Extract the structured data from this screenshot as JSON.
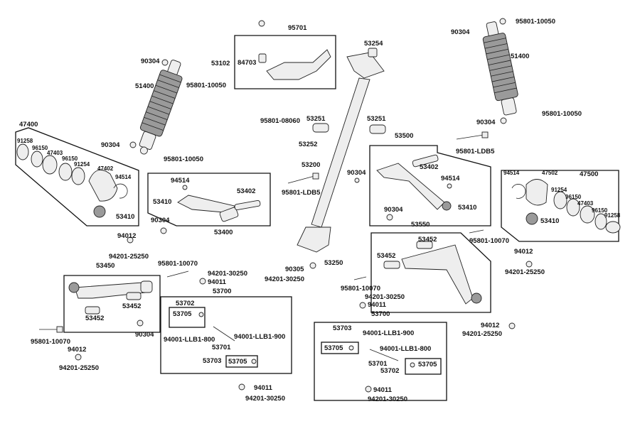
{
  "labels": {
    "l95701": "95701",
    "l53102": "53102",
    "l84703": "84703",
    "l53254": "53254",
    "l90304_tl": "90304",
    "l95801_10050_tr": "95801-10050",
    "l51400_r": "51400",
    "l90304_a": "90304",
    "l51400_l": "51400",
    "l95801_10050_a": "95801-10050",
    "l90304_tr": "90304",
    "l95801_10050_b": "95801-10050",
    "l47400": "47400",
    "l91258_l": "91258",
    "l96150_l1": "96150",
    "l47403_l": "47403",
    "l96150_l2": "96150",
    "l91254_l": "91254",
    "l47402": "47402",
    "l94514_l": "94514",
    "l53410_l": "53410",
    "l90304_b": "90304",
    "l95801_10050_c": "95801-10050",
    "l95801_08060": "95801-08060",
    "l53251_a": "53251",
    "l53252": "53252",
    "l53251_b": "53251",
    "l53500": "53500",
    "l95801_ldb5_r": "95801-LDB5",
    "l53200": "53200",
    "l90304_c": "90304",
    "l95801_ldb5_c": "95801-LDB5",
    "l53402_r": "53402",
    "l94514_r": "94514",
    "l53410_r": "53410",
    "l94514_c": "94514",
    "l53402_c": "53402",
    "l53410_c": "53410",
    "l53400": "53400",
    "l90304_d": "90304",
    "l90304_e": "90304",
    "l47500": "47500",
    "l94514_rr": "94514",
    "l47502": "47502",
    "l91254_r": "91254",
    "l96150_r1": "96150",
    "l47403_r": "47403",
    "l96150_r2": "96150",
    "l91258_r": "91258",
    "l53410_rr": "53410",
    "l53550": "53550",
    "l95801_10070_r": "95801-10070",
    "l53452_r1": "53452",
    "l53452_r2": "53452",
    "l94012_r": "94012",
    "l94201_25250_r": "94201-25250",
    "l94012_l": "94012",
    "l94201_25250_l": "94201-25250",
    "l95801_10070_l": "95801-10070",
    "l53450": "53450",
    "l94201_30250_a": "94201-30250",
    "l94011_a": "94011",
    "l53452_l1": "53452",
    "l53452_l2": "53452",
    "l90304_f": "90304",
    "l95801_10070_ll": "95801-10070",
    "l94012_ll": "94012",
    "l94201_25250_ll": "94201-25250",
    "l90305": "90305",
    "l53250": "53250",
    "l94201_30250_b": "94201-30250",
    "l95801_10070_c": "95801-10070",
    "l94201_30250_c": "94201-30250",
    "l94011_b": "94011",
    "l53700_l": "53700",
    "l53702_l": "53702",
    "l53705_l1": "53705",
    "l94001_llb1_800_l": "94001-LLB1-800",
    "l53701_l": "53701",
    "l94001_llb1_900_l": "94001-LLB1-900",
    "l53703_l": "53703",
    "l53705_l2": "53705",
    "l94011_c": "94011",
    "l94201_30250_d": "94201-30250",
    "l53700_r": "53700",
    "l53703_r": "53703",
    "l94001_llb1_900_r": "94001-LLB1-900",
    "l53705_r1": "53705",
    "l94001_llb1_800_r": "94001-LLB1-800",
    "l53701_r": "53701",
    "l53702_r": "53702",
    "l53705_r2": "53705",
    "l94012_rr": "94012",
    "l94201_25250_rr": "94201-25250",
    "l94011_d": "94011",
    "l94201_30250_e": "94201-30250"
  }
}
